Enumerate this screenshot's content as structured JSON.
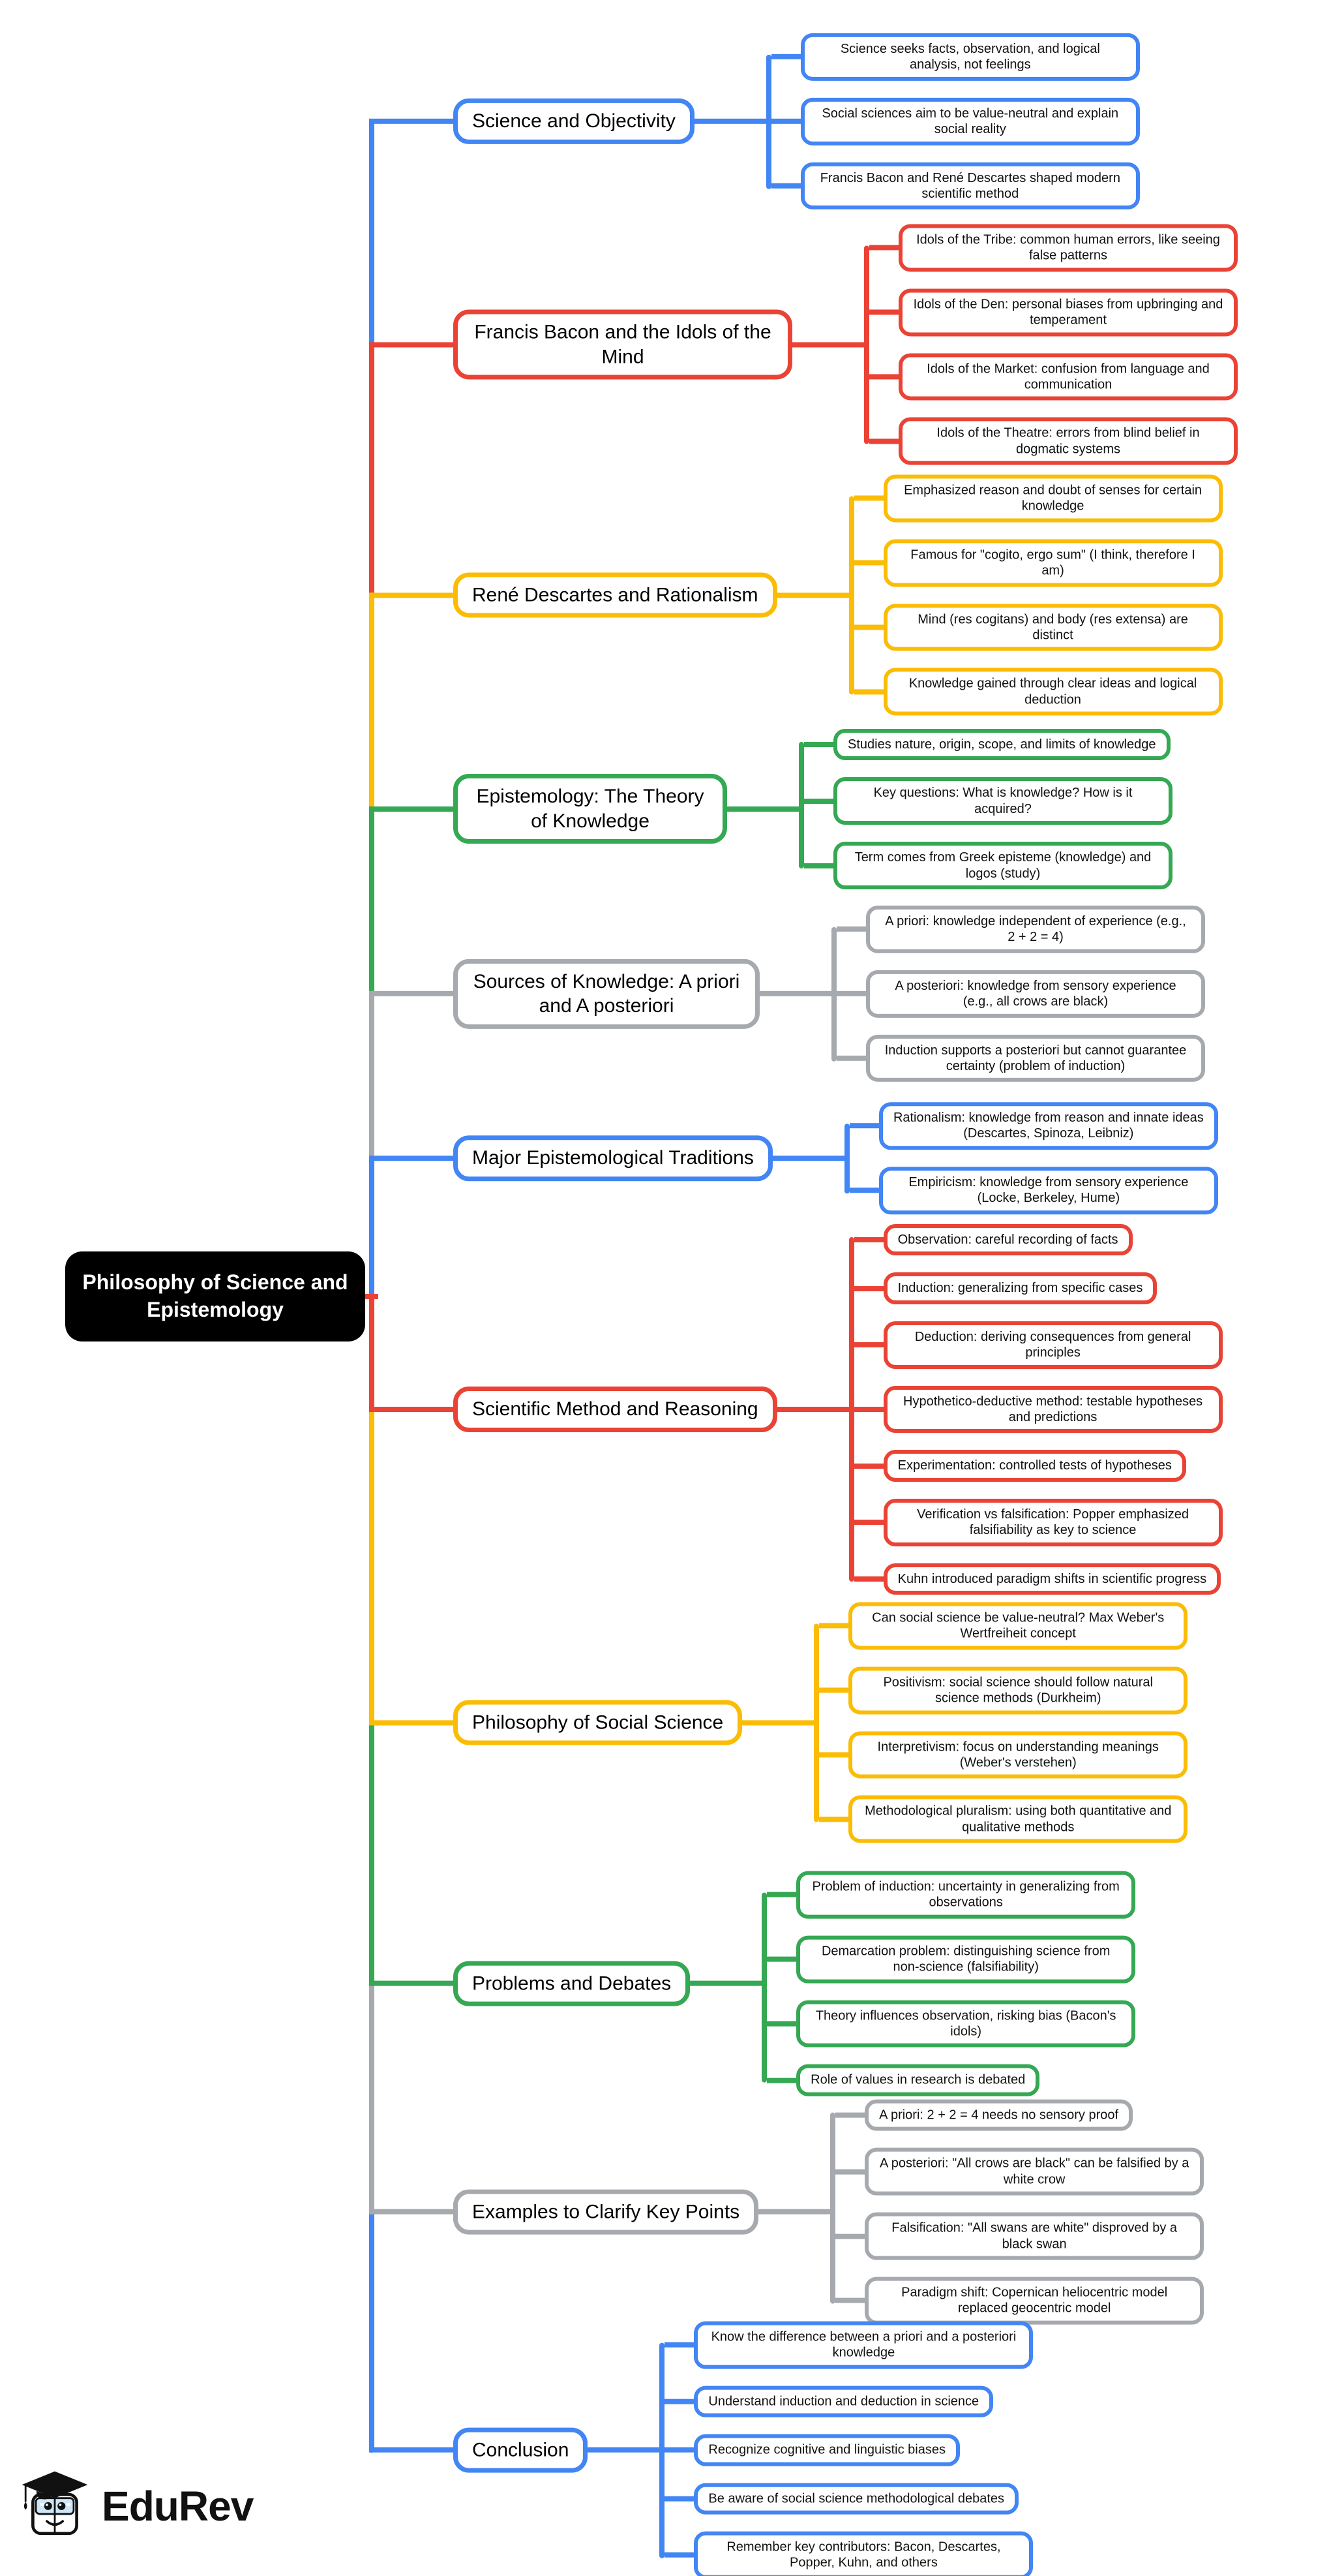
{
  "page": {
    "background": "#ffffff"
  },
  "root": {
    "label": "Philosophy of Science and Epistemology",
    "bg": "#000000",
    "text_color": "#ffffff"
  },
  "colors": {
    "blue": "#4285f4",
    "red": "#ea4335",
    "yellow": "#fbbc05",
    "green": "#34a853",
    "gray": "#a6a9ad"
  },
  "branches": [
    {
      "label": "Science and Objectivity",
      "color": "#4285f4",
      "children": [
        "Science seeks facts, observation, and logical analysis, not feelings",
        "Social sciences aim to be value-neutral and explain social reality",
        "Francis Bacon and René Descartes shaped modern scientific method"
      ]
    },
    {
      "label": "Francis Bacon and the Idols of the Mind",
      "color": "#ea4335",
      "children": [
        "Idols of the Tribe: common human errors, like seeing false patterns",
        "Idols of the Den: personal biases from upbringing and temperament",
        "Idols of the Market: confusion from language and communication",
        "Idols of the Theatre: errors from blind belief in dogmatic systems"
      ]
    },
    {
      "label": "René Descartes and Rationalism",
      "color": "#fbbc05",
      "children": [
        "Emphasized reason and doubt of senses for certain knowledge",
        "Famous for \"cogito, ergo sum\" (I think, therefore I am)",
        "Mind (res cogitans) and body (res extensa) are distinct",
        "Knowledge gained through clear ideas and logical deduction"
      ]
    },
    {
      "label": "Epistemology: The Theory of Knowledge",
      "color": "#34a853",
      "children": [
        "Studies nature, origin, scope, and limits of knowledge",
        "Key questions: What is knowledge? How is it acquired?",
        "Term comes from Greek episteme (knowledge) and logos (study)"
      ]
    },
    {
      "label": "Sources of Knowledge: A priori and A posteriori",
      "color": "#a6a9ad",
      "children": [
        "A priori: knowledge independent of experience (e.g., 2 + 2 = 4)",
        "A posteriori: knowledge from sensory experience (e.g., all crows are black)",
        "Induction supports a posteriori but cannot guarantee certainty (problem of induction)"
      ]
    },
    {
      "label": "Major Epistemological Traditions",
      "color": "#4285f4",
      "children": [
        "Rationalism: knowledge from reason and innate ideas (Descartes, Spinoza, Leibniz)",
        "Empiricism: knowledge from sensory experience (Locke, Berkeley, Hume)"
      ]
    },
    {
      "label": "Scientific Method and Reasoning",
      "color": "#ea4335",
      "children": [
        "Observation: careful recording of facts",
        "Induction: generalizing from specific cases",
        "Deduction: deriving consequences from general principles",
        "Hypothetico-deductive method: testable hypotheses and predictions",
        "Experimentation: controlled tests of hypotheses",
        "Verification vs falsification: Popper emphasized falsifiability as key to science",
        "Kuhn introduced paradigm shifts in scientific progress"
      ]
    },
    {
      "label": "Philosophy of Social Science",
      "color": "#fbbc05",
      "children": [
        "Can social science be value-neutral? Max Weber's Wertfreiheit concept",
        "Positivism: social science should follow natural science methods (Durkheim)",
        "Interpretivism: focus on understanding meanings (Weber's verstehen)",
        "Methodological pluralism: using both quantitative and qualitative methods"
      ]
    },
    {
      "label": "Problems and Debates",
      "color": "#34a853",
      "children": [
        "Problem of induction: uncertainty in generalizing from observations",
        "Demarcation problem: distinguishing science from non-science (falsifiability)",
        "Theory influences observation, risking bias (Bacon's idols)",
        "Role of values in research is debated"
      ]
    },
    {
      "label": "Examples to Clarify Key Points",
      "color": "#a6a9ad",
      "children": [
        "A priori: 2 + 2 = 4 needs no sensory proof",
        "A posteriori: \"All crows are black\" can be falsified by a white crow",
        "Falsification: \"All swans are white\" disproved by a black swan",
        "Paradigm shift: Copernican heliocentric model replaced geocentric model"
      ]
    },
    {
      "label": "Conclusion",
      "color": "#4285f4",
      "children": [
        "Know the difference between a priori and a posteriori knowledge",
        "Understand induction and deduction in science",
        "Recognize cognitive and linguistic biases",
        "Be aware of social science methodological debates",
        "Remember key contributors: Bacon, Descartes, Popper, Kuhn, and others"
      ]
    }
  ],
  "logo": {
    "text": "EduRev",
    "icon": "edurev-graduate-robot-icon"
  }
}
